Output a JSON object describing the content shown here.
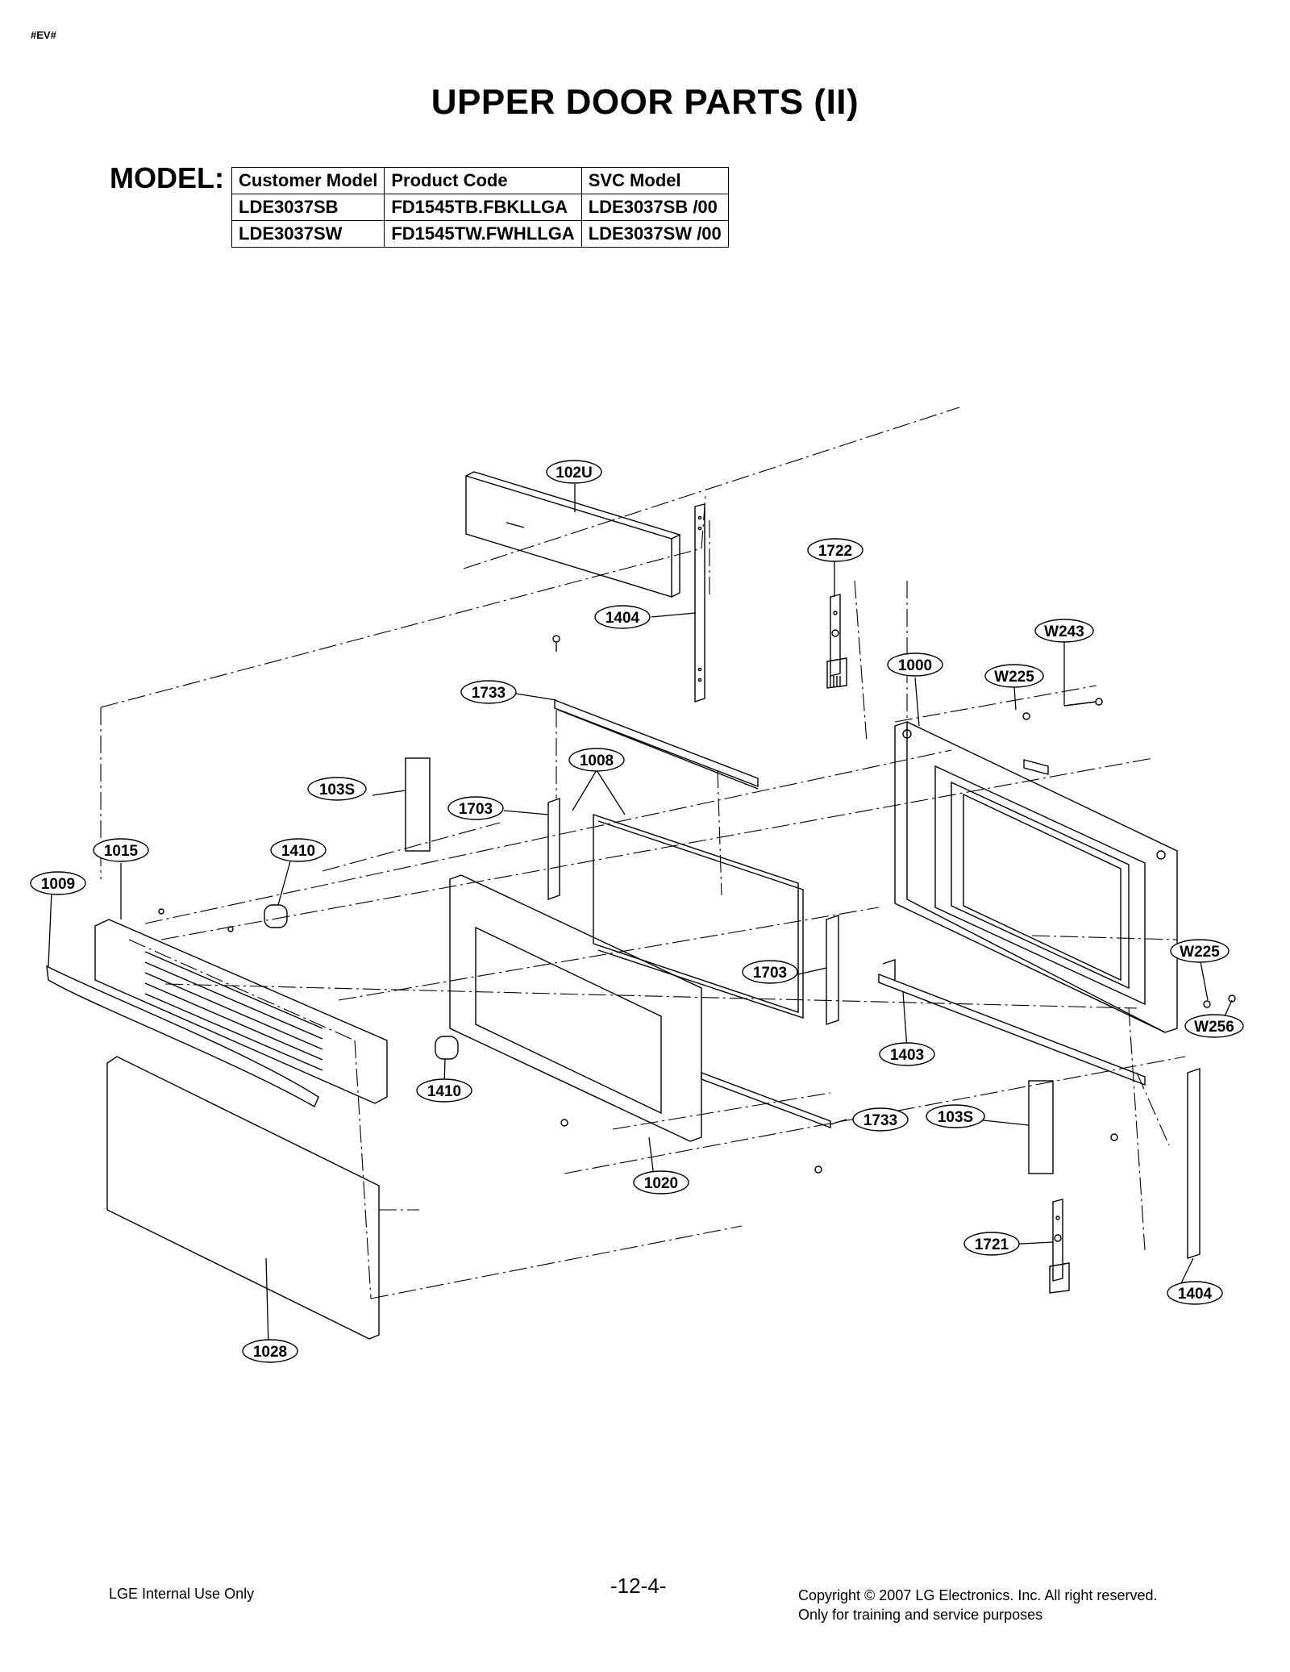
{
  "header": {
    "tag": "#EV#",
    "title": "UPPER DOOR PARTS (II)"
  },
  "model": {
    "label": "MODEL:",
    "columns": [
      "Customer Model",
      "Product Code",
      "SVC Model"
    ],
    "rows": [
      [
        "LDE3037SB",
        "FD1545TB.FBKLLGA",
        "LDE3037SB /00"
      ],
      [
        "LDE3037SW",
        "FD1545TW.FWHLLGA",
        "LDE3037SW /00"
      ]
    ]
  },
  "callouts": [
    {
      "id": "102U",
      "label": "102U"
    },
    {
      "id": "1722",
      "label": "1722"
    },
    {
      "id": "1404-top",
      "label": "1404"
    },
    {
      "id": "W243",
      "label": "W243"
    },
    {
      "id": "1000",
      "label": "1000"
    },
    {
      "id": "W225-top",
      "label": "W225"
    },
    {
      "id": "1733-top",
      "label": "1733"
    },
    {
      "id": "1008",
      "label": "1008"
    },
    {
      "id": "103S-left",
      "label": "103S"
    },
    {
      "id": "1703-left",
      "label": "1703"
    },
    {
      "id": "1015",
      "label": "1015"
    },
    {
      "id": "1410-top",
      "label": "1410"
    },
    {
      "id": "1009",
      "label": "1009"
    },
    {
      "id": "W225-right",
      "label": "W225"
    },
    {
      "id": "1703-right",
      "label": "1703"
    },
    {
      "id": "W256",
      "label": "W256"
    },
    {
      "id": "1403",
      "label": "1403"
    },
    {
      "id": "1410-bottom",
      "label": "1410"
    },
    {
      "id": "1733-bottom",
      "label": "1733"
    },
    {
      "id": "103S-right",
      "label": "103S"
    },
    {
      "id": "1020",
      "label": "1020"
    },
    {
      "id": "1721",
      "label": "1721"
    },
    {
      "id": "1404-bottom",
      "label": "1404"
    },
    {
      "id": "1028",
      "label": "1028"
    }
  ],
  "footer": {
    "left": "LGE Internal Use Only",
    "page": "-12-4-",
    "copyright_line1": "Copyright © 2007 LG Electronics. Inc. All right reserved.",
    "copyright_line2": "Only for training and service purposes"
  }
}
